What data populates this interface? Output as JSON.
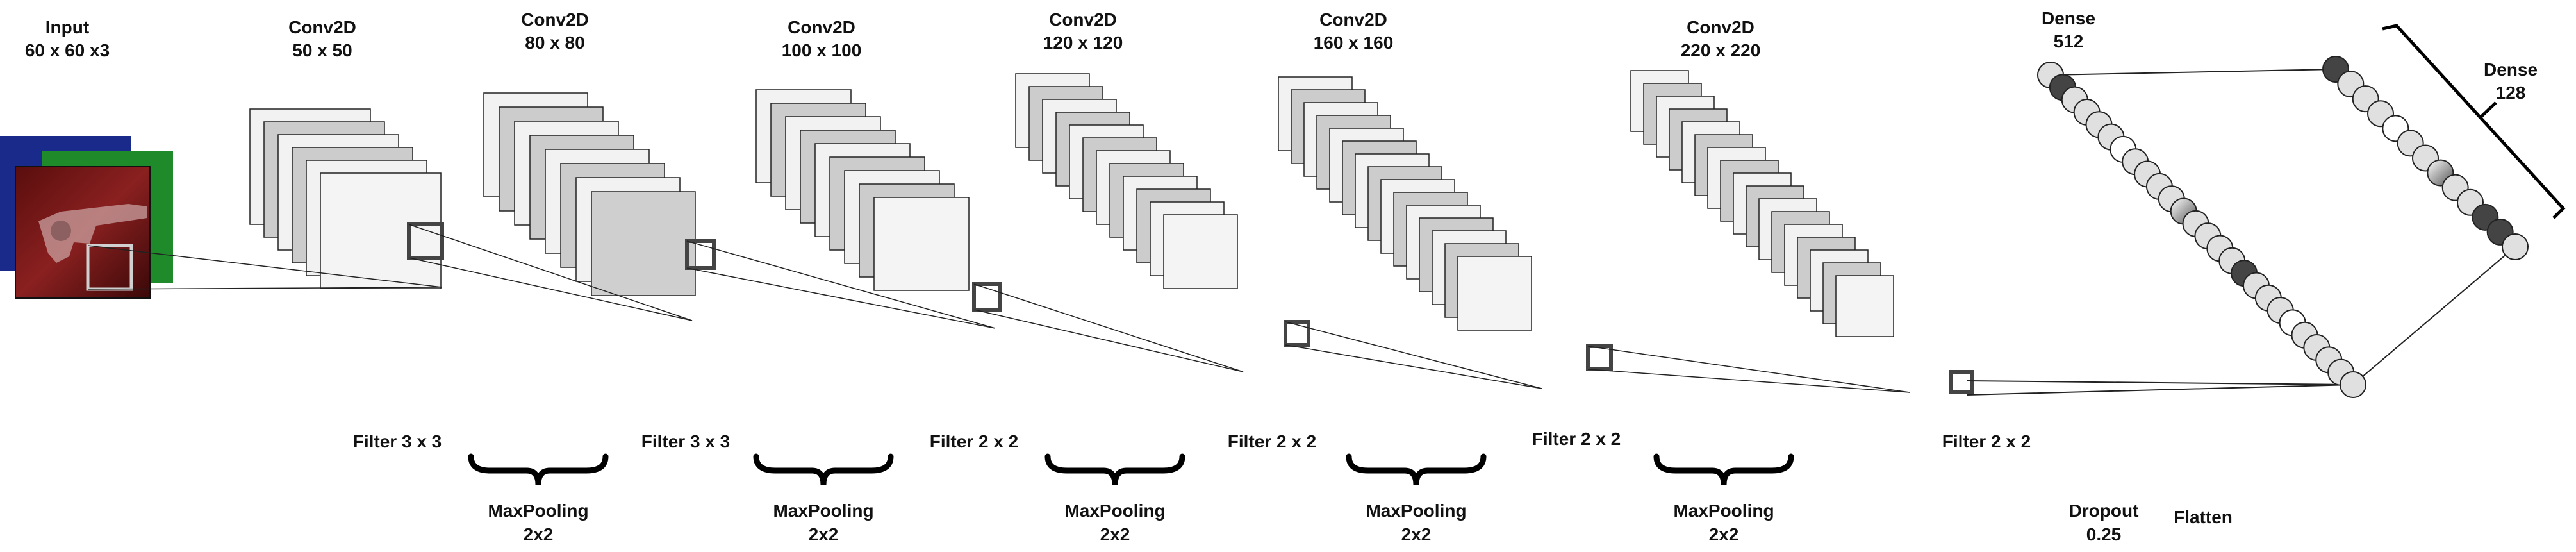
{
  "input": {
    "title": "Input",
    "size": "60 x 60 x3",
    "image_description_icon": "revolver-photo-rgb-channels",
    "channel_colors": [
      "#1a2a8a",
      "#1f8a2a",
      "#7a1a1a"
    ]
  },
  "conv_layers": [
    {
      "title": "Conv2D",
      "size": "50 x 50",
      "filter": "Filter 3 x 3"
    },
    {
      "title": "Conv2D",
      "size": "80 x 80",
      "filter": "Filter 3 x 3"
    },
    {
      "title": "Conv2D",
      "size": "100 x 100",
      "filter": "Filter 2 x 2"
    },
    {
      "title": "Conv2D",
      "size": "120 x 120",
      "filter": "Filter 2 x 2"
    },
    {
      "title": "Conv2D",
      "size": "160 x 160",
      "filter": "Filter 2 x 2"
    },
    {
      "title": "Conv2D",
      "size": "220 x 220",
      "filter": "Filter 2 x 2"
    }
  ],
  "pooling": [
    {
      "title": "MaxPooling",
      "size": "2x2"
    },
    {
      "title": "MaxPooling",
      "size": "2x2"
    },
    {
      "title": "MaxPooling",
      "size": "2x2"
    },
    {
      "title": "MaxPooling",
      "size": "2x2"
    },
    {
      "title": "MaxPooling",
      "size": "2x2"
    }
  ],
  "dense1": {
    "title": "Dense",
    "size": "512"
  },
  "dense2": {
    "title": "Dense",
    "size": "128"
  },
  "dropout": {
    "title": "Dropout",
    "value": "0.25"
  },
  "flatten": {
    "title": "Flatten"
  },
  "colors": {
    "stroke": "#222222",
    "sheet_light": "#f4f4f4",
    "sheet_mid": "#cfcfcf",
    "node_light": "#e0e0e0",
    "node_dark": "#444444",
    "node_white": "#ffffff"
  }
}
